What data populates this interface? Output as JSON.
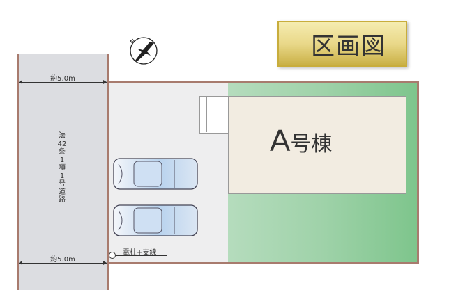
{
  "title": "区画図",
  "compass": {
    "icon": "north-arrow-icon",
    "label": "N"
  },
  "road": {
    "label": "法42条1項1号道路",
    "width_top": "約5.0m",
    "width_bottom": "約5.0m"
  },
  "building": {
    "letter": "A",
    "suffix": "号棟"
  },
  "parking": {
    "cars": 2
  },
  "pole": {
    "label": "電柱+支線"
  },
  "colors": {
    "boundary": "#a87b6e",
    "road": "#dcdde1",
    "garden": "#9fd2a9",
    "title_bg": "#e9d889"
  }
}
